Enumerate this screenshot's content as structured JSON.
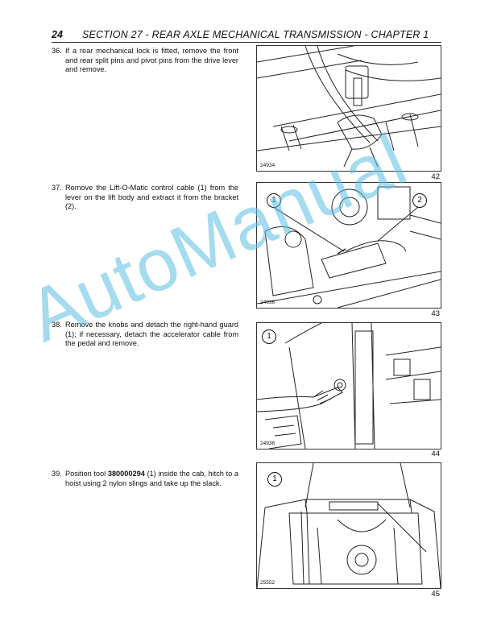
{
  "header": {
    "page_number": "24",
    "section_title": "SECTION 27 - REAR AXLE MECHANICAL TRANSMISSION - CHAPTER 1"
  },
  "steps": [
    {
      "number": "36.",
      "text_pre": "If a rear mechanical lock is fitted, remove the front and rear split pins and pivot pins from the drive lever and remove.",
      "bold": "",
      "text_post": ""
    },
    {
      "number": "37.",
      "text_pre": "Remove the Lift-O-Matic control cable (1) from the lever on the lift body and extract it from the bracket (2).",
      "bold": "",
      "text_post": ""
    },
    {
      "number": "38.",
      "text_pre": "Remove the knobs and detach the right-hand guard (1); if necessary, detach the accelerator cable from the pedal and remove.",
      "bold": "",
      "text_post": ""
    },
    {
      "number": "39.",
      "text_pre": "Position tool ",
      "bold": "380000294",
      "text_post": " (1) inside the cab, hitch to a hoist using 2 nylon slings and take up the slack."
    }
  ],
  "figures": [
    {
      "code": "24934",
      "caption": "42",
      "callouts": []
    },
    {
      "code": "24936",
      "caption": "43",
      "callouts": [
        "1",
        "2"
      ]
    },
    {
      "code": "24938",
      "caption": "44",
      "callouts": [
        "1"
      ]
    },
    {
      "code": "25552",
      "caption": "45",
      "callouts": [
        "1"
      ]
    }
  ],
  "watermark": "AutoManual"
}
